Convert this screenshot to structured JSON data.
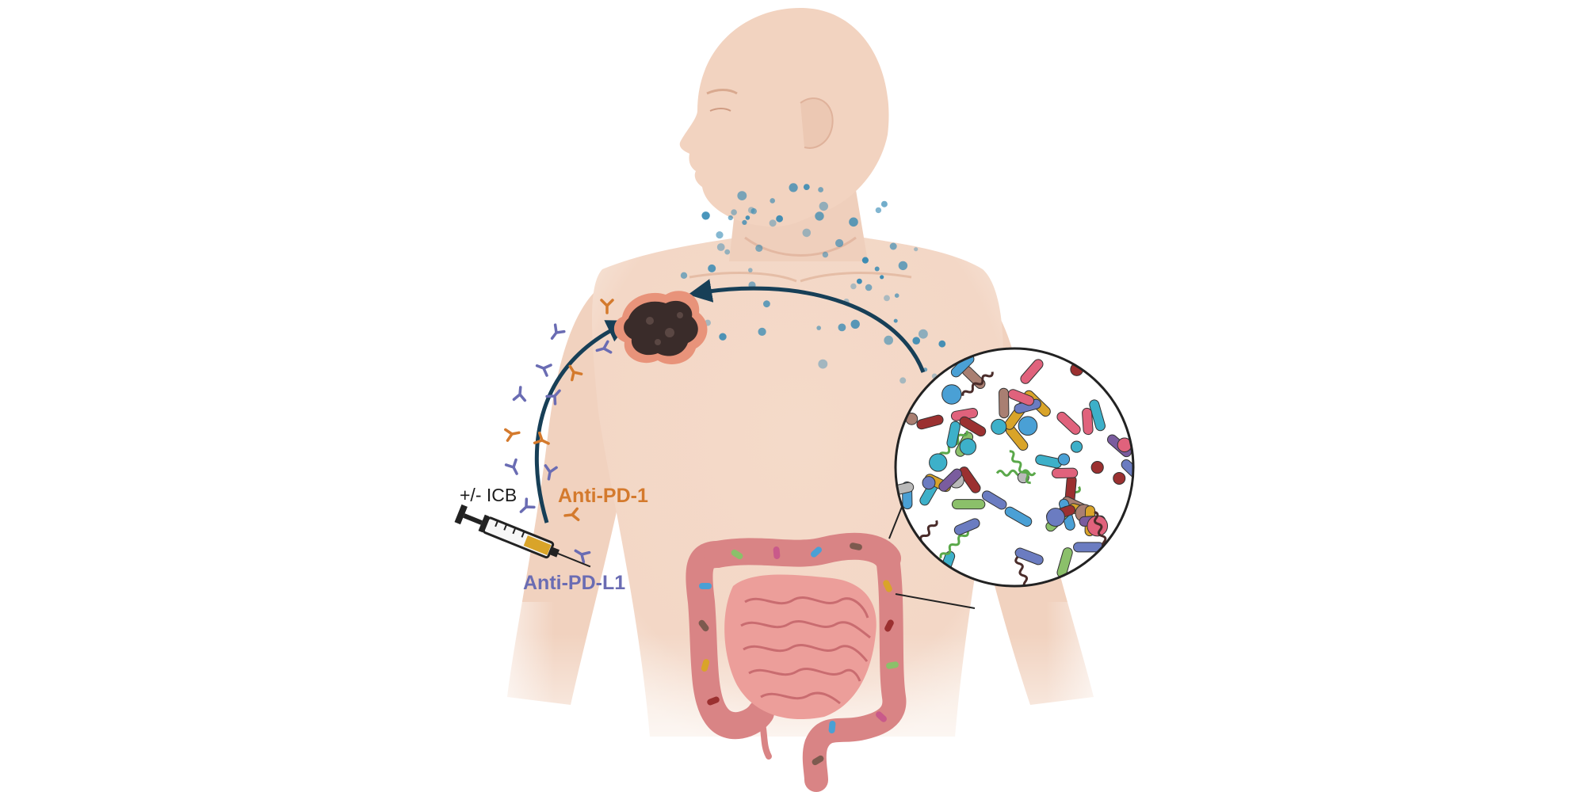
{
  "labels": {
    "icb": "+/- ICB",
    "anti_pd1": "Anti-PD-1",
    "anti_pdl1": "Anti-PD-L1"
  },
  "colors": {
    "skin": "#f3d7c6",
    "skin_shadow": "#e9c3ad",
    "arrow": "#173f57",
    "metabolite": "#2f86b2",
    "tumor": "#3a2c2a",
    "tumor_rim": "#e8937a",
    "anti_pd1": "#d47a2d",
    "anti_pdl1": "#6a6cb3",
    "gut": "#e99a9a",
    "gut_dark": "#c56f72",
    "icb_text": "#1d1d1d"
  },
  "icons": [
    "person-body-icon",
    "tumor-icon",
    "syringe-icon",
    "antibody-icon",
    "intestine-icon",
    "microbiome-magnifier-icon",
    "metabolite-dot-icon"
  ]
}
